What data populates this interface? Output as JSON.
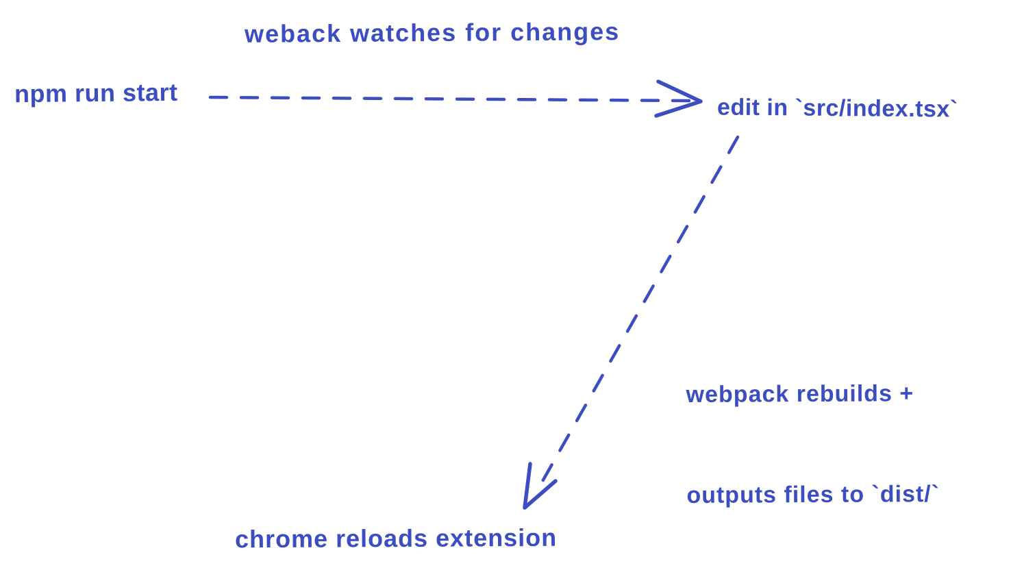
{
  "canvas": {
    "background": "#ffffff",
    "ink_color": "#3b4dc1"
  },
  "diagram": {
    "title": "weback watches for changes",
    "nodes": [
      {
        "id": "npm-run-start",
        "label": "npm run start"
      },
      {
        "id": "edit-src-index",
        "label": "edit in `src/index.tsx`"
      },
      {
        "id": "chrome-reloads-extension",
        "label": "chrome reloads extension"
      }
    ],
    "annotations": [
      {
        "id": "webpack-rebuilds-note",
        "lines": [
          "webpack rebuilds +",
          "outputs files to `dist/`"
        ]
      }
    ],
    "edges": [
      {
        "from": "npm-run-start",
        "to": "edit-src-index",
        "style": "dashed-arrow",
        "label": "weback watches for changes"
      },
      {
        "from": "edit-src-index",
        "to": "chrome-reloads-extension",
        "style": "dashed-arrow",
        "label": "webpack rebuilds + outputs files to `dist/`"
      }
    ]
  }
}
